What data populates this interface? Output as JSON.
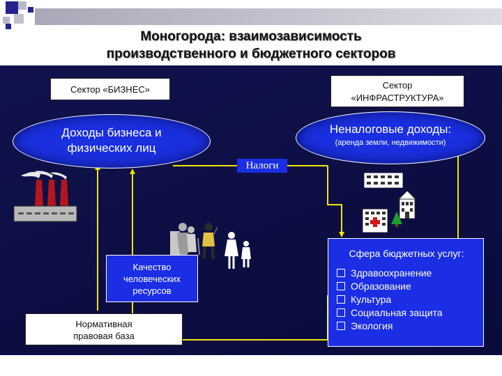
{
  "title": {
    "line1": "Моногорода: взаимозависимость",
    "line2": "производственного и бюджетного секторов"
  },
  "nodes": {
    "business_sector": "Сектор «БИЗНЕС»",
    "infra_sector_line1": "Сектор",
    "infra_sector_line2": "«ИНФРАСТРУКТУРА»",
    "business_income_line1": "Доходы бизнеса и",
    "business_income_line2": "физических лиц",
    "nontax_income_title": "Неналоговые доходы:",
    "nontax_income_sub": "(аренда земли, недвижимости)",
    "taxes": "Налоги",
    "human_quality_line1": "Качество",
    "human_quality_line2": "человеческих",
    "human_quality_line3": "ресурсов",
    "legal_base_line1": "Нормативная",
    "legal_base_line2": "правовая база",
    "budget_services_title": "Сфера бюджетных услуг:",
    "budget_services": [
      "Здравоохранение",
      "Образование",
      "Культура",
      "Социальная защита",
      "Экология"
    ]
  },
  "icons": [
    "factory-icon",
    "elderly-people-icon",
    "worker-icon",
    "family-icon",
    "school-building-icon",
    "town-hall-icon",
    "hospital-icon",
    "tree-icon"
  ],
  "colors": {
    "background": "#0d0f45",
    "node_blue": "#1b2ee4",
    "connector": "#f2e600",
    "factory_chimney": "#b3171b"
  }
}
